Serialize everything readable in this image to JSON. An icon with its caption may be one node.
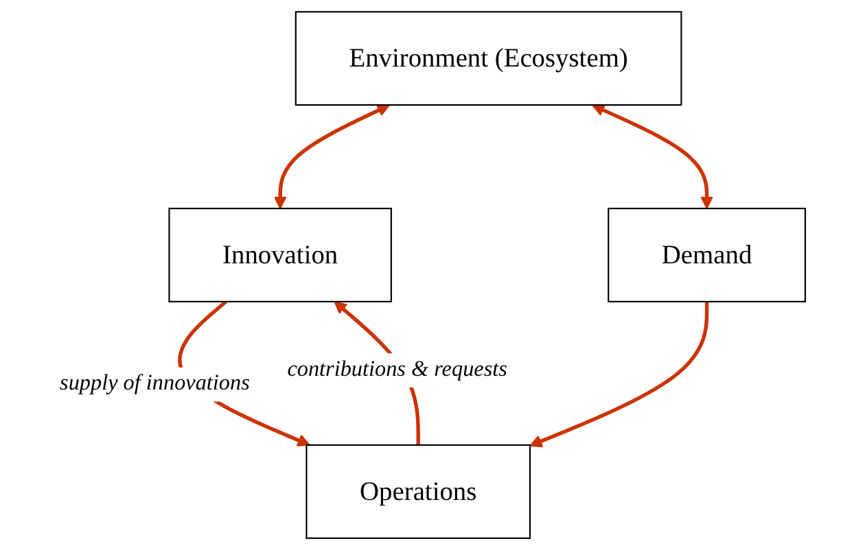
{
  "diagram": {
    "nodes": [
      {
        "text": [
          "Environment (Ecosystem)"
        ]
      },
      {
        "text": [
          "Innovation"
        ]
      },
      {
        "text": [
          "Demand"
        ]
      },
      {
        "text": [
          "Operations"
        ]
      }
    ],
    "edges": [
      {
        "from": 0,
        "to": 1,
        "arrow": "both"
      },
      {
        "from": 0,
        "to": 2,
        "arrow": "both"
      },
      {
        "from": 1,
        "to": 3,
        "arrow": "to",
        "label": "supply of innovations"
      },
      {
        "from": 2,
        "to": 3,
        "arrow": "to"
      },
      {
        "from": 3,
        "to": 1,
        "arrow": "to",
        "label": "contributions & requests"
      }
    ]
  }
}
